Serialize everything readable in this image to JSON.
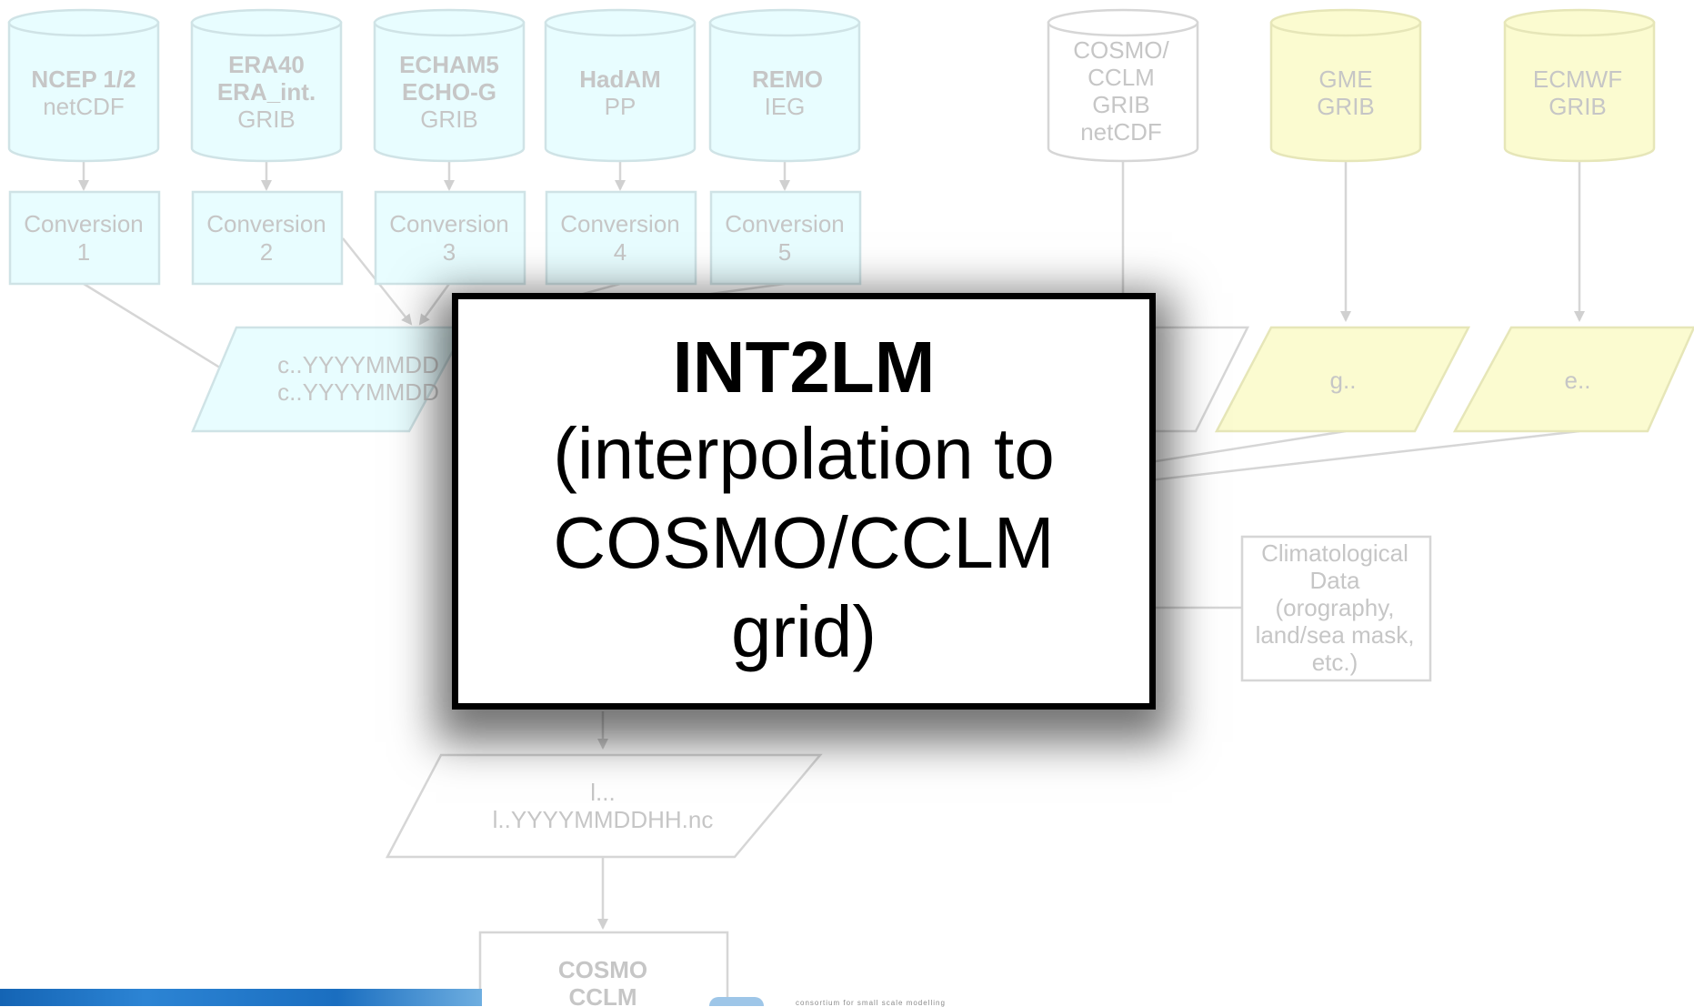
{
  "sources": [
    {
      "id": "ncep",
      "line1": "NCEP 1/2",
      "line2": "netCDF",
      "line3": ""
    },
    {
      "id": "era",
      "line1": "ERA40",
      "line2": "ERA_int.",
      "line3": "GRIB"
    },
    {
      "id": "echam",
      "line1": "ECHAM5",
      "line2": "ECHO-G",
      "line3": "GRIB"
    },
    {
      "id": "hadam",
      "line1": "HadAM",
      "line2": "PP",
      "line3": ""
    },
    {
      "id": "remo",
      "line1": "REMO",
      "line2": "IEG",
      "line3": ""
    },
    {
      "id": "cosmo-src",
      "line1": "COSMO/",
      "line2": "CCLM",
      "line3": "GRIB",
      "line4": "netCDF"
    },
    {
      "id": "gme",
      "line1": "GME",
      "line2": "GRIB",
      "line3": ""
    },
    {
      "id": "ecmwf",
      "line1": "ECMWF",
      "line2": "GRIB",
      "line3": ""
    }
  ],
  "conversions": [
    {
      "label": "Conversion",
      "number": "1"
    },
    {
      "label": "Conversion",
      "number": "2"
    },
    {
      "label": "Conversion",
      "number": "3"
    },
    {
      "label": "Conversion",
      "number": "4"
    },
    {
      "label": "Conversion",
      "number": "5"
    }
  ],
  "intermediate_files": {
    "caf_line1": "c..YYYYMMDD",
    "caf_line2": "c..YYYYMMDD",
    "gme": "g..",
    "ecmwf": "e.."
  },
  "climatological": {
    "line1": "Climatological",
    "line2": "Data",
    "line3": "(orography,",
    "line4": "land/sea mask,",
    "line5": "etc.)"
  },
  "int2lm": {
    "title": "INT2LM",
    "description": "(interpolation to COSMO/CCLM grid)"
  },
  "lbf_file": {
    "line1": "l...",
    "line2": "l..YYYYMMDDHH.nc"
  },
  "model": {
    "line1": "COSMO",
    "line2": "CCLM"
  },
  "footer": {
    "small_text": "consortium for small scale modelling"
  },
  "colors": {
    "global_fill": "#e8fdff",
    "regional_fill": "#fbfbd0",
    "faded_text": "#c6c6c6",
    "highlight_border": "#000000"
  }
}
